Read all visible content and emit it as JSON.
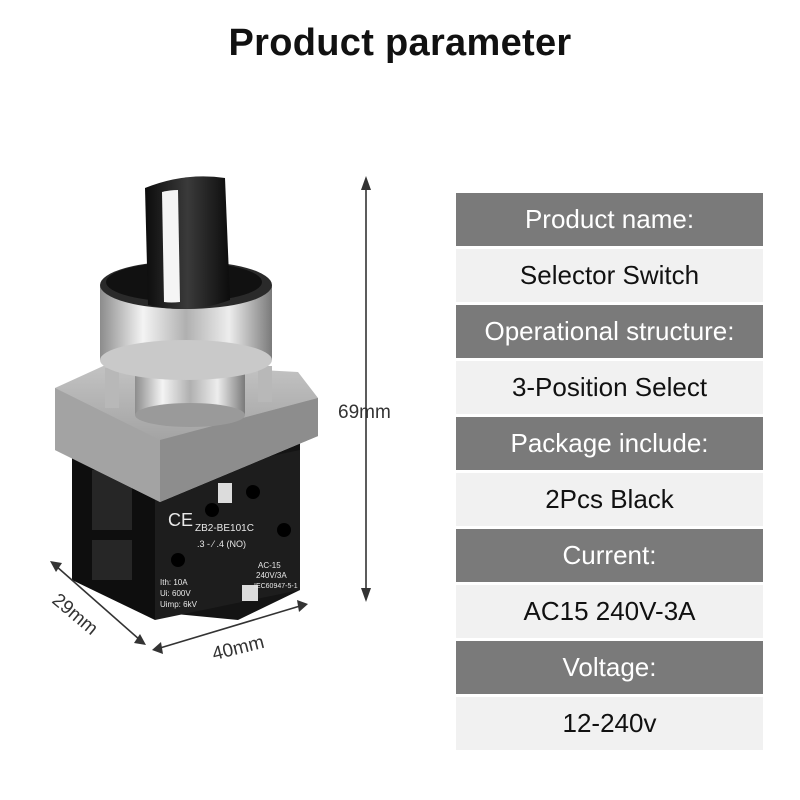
{
  "page": {
    "title": "Product parameter"
  },
  "dimensions": {
    "height": "69mm",
    "width": "40mm",
    "depth": "29mm"
  },
  "product_markings": {
    "model": "ZB2-BE101C",
    "contacts": ".3 - ⁄ .4 (NO)",
    "ith": "Ith: 10A",
    "ui": "Ui: 600V",
    "uimp": "Uimp: 6kV",
    "ac": "AC-15",
    "rating": "240V/3A",
    "standard": "IEC60947-5-1",
    "ce": "CE"
  },
  "specs": [
    {
      "label": "Product name:",
      "value": "Selector Switch"
    },
    {
      "label": "Operational structure:",
      "value": "3-Position Select"
    },
    {
      "label": "Package include:",
      "value": "2Pcs Black"
    },
    {
      "label": "Current:",
      "value": "AC15 240V-3A"
    },
    {
      "label": "Voltage:",
      "value": "12-240v"
    }
  ],
  "colors": {
    "label_bg": "#7a7a7a",
    "value_bg": "#f1f1f1",
    "switch_body": "#1a1a1a",
    "bracket": "#9a9a9a"
  }
}
